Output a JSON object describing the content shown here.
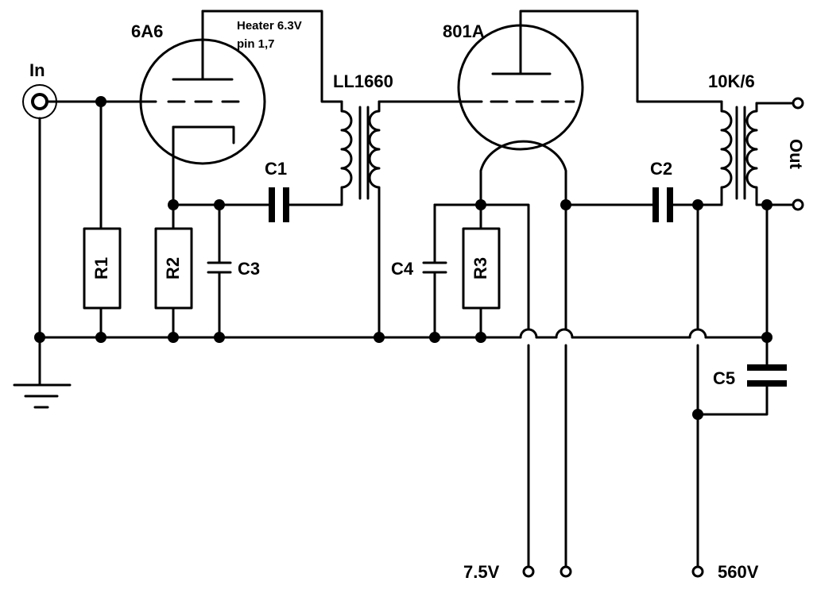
{
  "labels": {
    "tube1": "6A6",
    "heater": "Heater 6.3V",
    "heater_pins": "pin 1,7",
    "input": "In",
    "transformer1": "LL1660",
    "tube2": "801A",
    "transformer2": "10K/6",
    "output": "Out",
    "r1": "R1",
    "r2": "R2",
    "r3": "R3",
    "c1": "C1",
    "c2": "C2",
    "c3": "C3",
    "c4": "C4",
    "c5": "C5",
    "supply_filament": "7.5V",
    "supply_b_plus": "560V"
  }
}
